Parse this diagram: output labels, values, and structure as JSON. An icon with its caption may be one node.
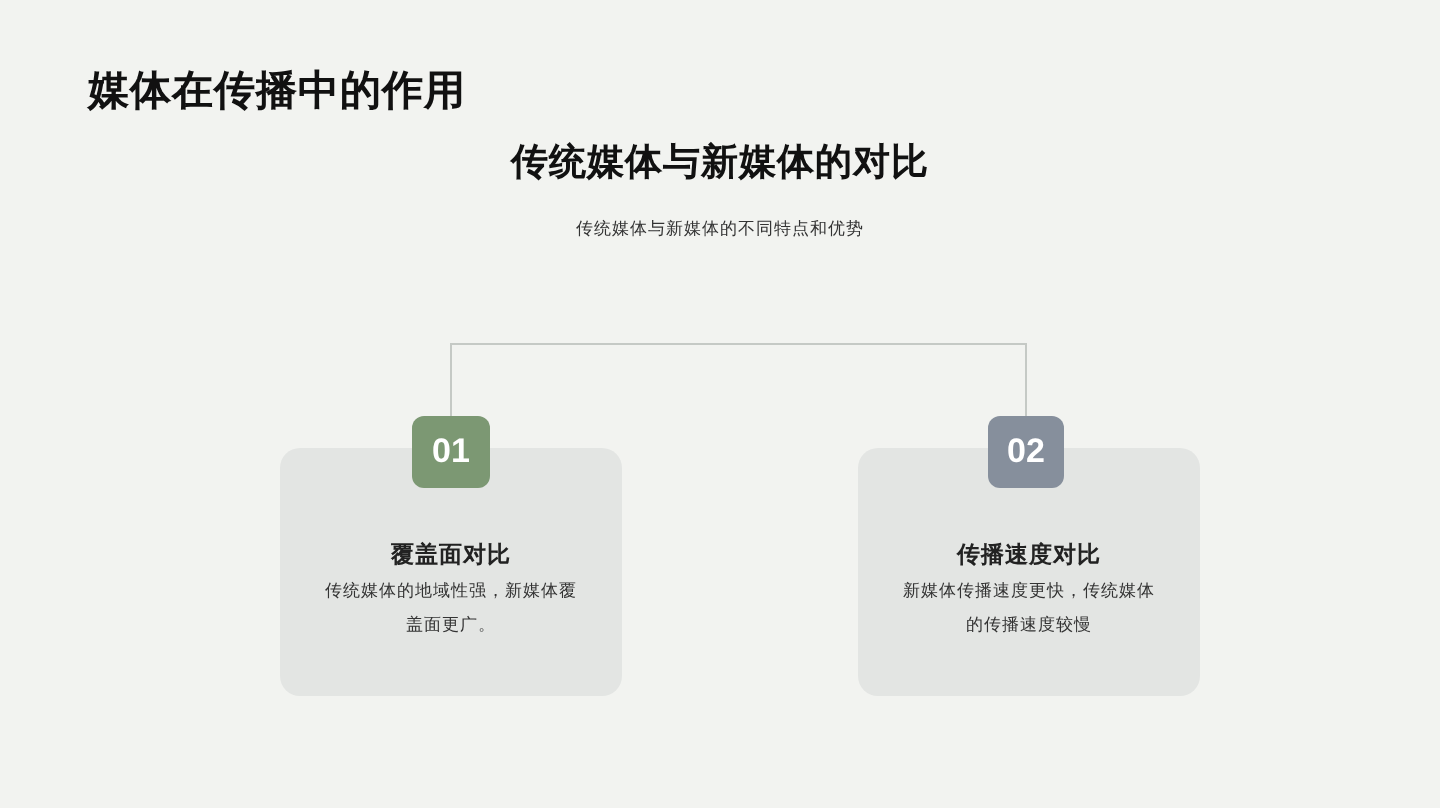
{
  "diagram": {
    "title": "媒体在传播中的作用",
    "nodes": [
      {
        "text": [
          "01"
        ]
      },
      {
        "text": [
          "覆盖面对比",
          "传统媒体的地域性强，新媒体覆盖面更广。"
        ]
      },
      {
        "text": [
          "02"
        ]
      },
      {
        "text": [
          "传播速度对比",
          "新媒体传播速度更快，传统媒体的传播速度较慢"
        ]
      }
    ],
    "edges": [
      {
        "from": 0,
        "to": 2,
        "arrow": "none"
      }
    ],
    "labels": [
      "传统媒体与新媒体的对比",
      "传统媒体与新媒体的不同特点和优势"
    ]
  }
}
